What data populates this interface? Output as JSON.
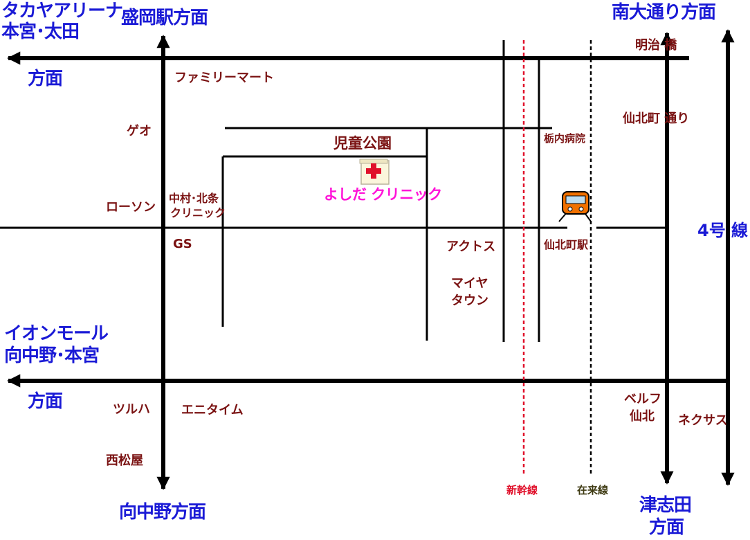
{
  "directions": {
    "takaya_arena_line1": "タカヤアリーナ",
    "takaya_arena_line2": "本宮･太田",
    "takaya_arena_line3": "方面",
    "morioka_station": "盛岡駅方面",
    "minami_odori": "南大通り方面",
    "aeon_mall_line1": "イオンモール",
    "aeon_mall_line2": "向中野･本宮",
    "aeon_mall_line3": "方面",
    "mukainakano": "向中野方面",
    "tsushida_line1": "津志田",
    "tsushida_line2": "方面",
    "route4": "4号 線"
  },
  "landmarks": {
    "family_mart": "ファミリーマート",
    "geo": "ゲオ",
    "lawson": "ローソン",
    "nakamura_line1": "中村･北条",
    "nakamura_line2": "クリニック",
    "gs": "GS",
    "children_park": "児童公園",
    "clinic": "よしだ クリニック",
    "tochinai_hospital": "栃内病院",
    "actus": "アクトス",
    "maiya_line1": "マイヤ",
    "maiya_line2": "タウン",
    "senboku_station": "仙北町駅",
    "meiji_bridge": "明治 橋",
    "senboku_street": "仙北町 通り",
    "tsuruha": "ツルハ",
    "anytime": "エニタイム",
    "nishimatsuya": "西松屋",
    "belf_line1": "ベルフ",
    "belf_line2": "仙北",
    "nexus": "ネクサス"
  },
  "railways": {
    "shinkansen": "新幹線",
    "conventional": "在来線"
  },
  "icons": {
    "clinic_icon": "red-cross-icon",
    "station_icon": "train-icon"
  },
  "colors": {
    "direction_text": "#1a1ad6",
    "landmark_text": "#7a1212",
    "clinic_text": "#ff14d8",
    "shinkansen": "#e0102a",
    "road": "#000000"
  }
}
